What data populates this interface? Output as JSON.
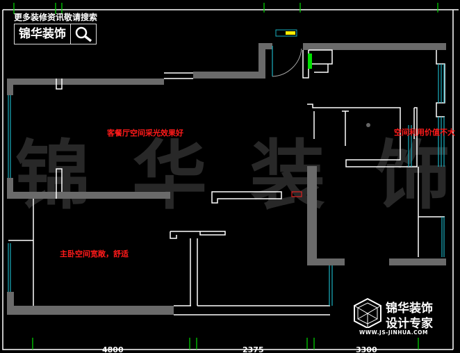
{
  "header": {
    "more_info": "更多装修资讯敬请搜索",
    "logo_name": "锦华装饰",
    "search_icon": "magnifier-icon"
  },
  "watermark": [
    "锦",
    "华",
    "装",
    "饰"
  ],
  "annotations": {
    "living_dining": "客餐厅空间采光效果好",
    "right_room": "空间利用价值不大",
    "master_bedroom": "主卧空间宽敞，舒适"
  },
  "dimensions": [
    "4800",
    "2375",
    "3300"
  ],
  "brand": {
    "line1": "锦华装饰",
    "line2": "设计专家",
    "url": "WWW.JS-JINHUA.COM"
  },
  "colors": {
    "background": "#000000",
    "wall": "#6a6a6a",
    "annotation": "#ff1a1a",
    "window": "#1ab0c0",
    "dimension_tick": "#00e000"
  }
}
